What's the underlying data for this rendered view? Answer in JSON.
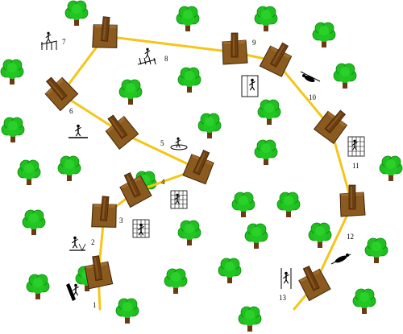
{
  "stations": [
    {
      "number": "1",
      "activity": "wall-climb-icon"
    },
    {
      "number": "2",
      "activity": "net-crawl-icon"
    },
    {
      "number": "3",
      "activity": "climbing-net-icon"
    },
    {
      "number": "4",
      "activity": "cargo-net-icon"
    },
    {
      "number": "5",
      "activity": "ring-swing-icon"
    },
    {
      "number": "6",
      "activity": "balance-beam-icon"
    },
    {
      "number": "7",
      "activity": "rope-ladder-icon"
    },
    {
      "number": "8",
      "activity": "log-walk-icon"
    },
    {
      "number": "9",
      "activity": "climbing-wall-icon"
    },
    {
      "number": "10",
      "activity": "zipline-icon"
    },
    {
      "number": "11",
      "activity": "vertical-net-icon"
    },
    {
      "number": "12",
      "activity": "flying-fox-icon"
    },
    {
      "number": "13",
      "activity": "rope-climb-icon"
    }
  ],
  "colors": {
    "platform": "#8b5a1e",
    "platform_edge": "#3e2508",
    "post": "#6b3f12",
    "route": "#f5c518",
    "tree_fill": "#1fbf1f",
    "tree_dark": "#0e8a0e",
    "trunk": "#6b3a14"
  }
}
